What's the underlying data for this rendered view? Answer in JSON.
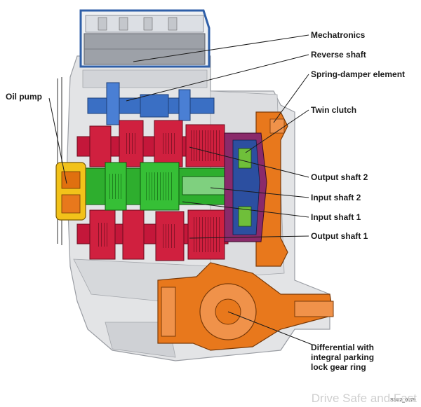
{
  "labels": {
    "mechatronics": "Mechatronics",
    "reverse_shaft": "Reverse shaft",
    "spring_damper": "Spring-damper element",
    "twin_clutch": "Twin clutch",
    "oil_pump": "Oil pump",
    "output_shaft_2": "Output shaft 2",
    "input_shaft_2": "Input shaft 2",
    "input_shaft_1": "Input shaft 1",
    "output_shaft_1": "Output shaft 1",
    "differential": "Differential with\nintegral parking\nlock gear ring"
  },
  "image_code": "SS02_0079",
  "watermark": "Drive Safe and Fast",
  "colors": {
    "housing": "#e3e4e6",
    "housing_dark": "#b9bcc1",
    "mechatronics_blue": "#2f5fa8",
    "reverse_shaft": "#3a6fc4",
    "output_shafts": "#c4173a",
    "input_shafts": "#2eae2e",
    "clutch_orange": "#e8781c",
    "oil_pump_yellow": "#f2c21a",
    "leader_line": "#1a1a1a"
  }
}
